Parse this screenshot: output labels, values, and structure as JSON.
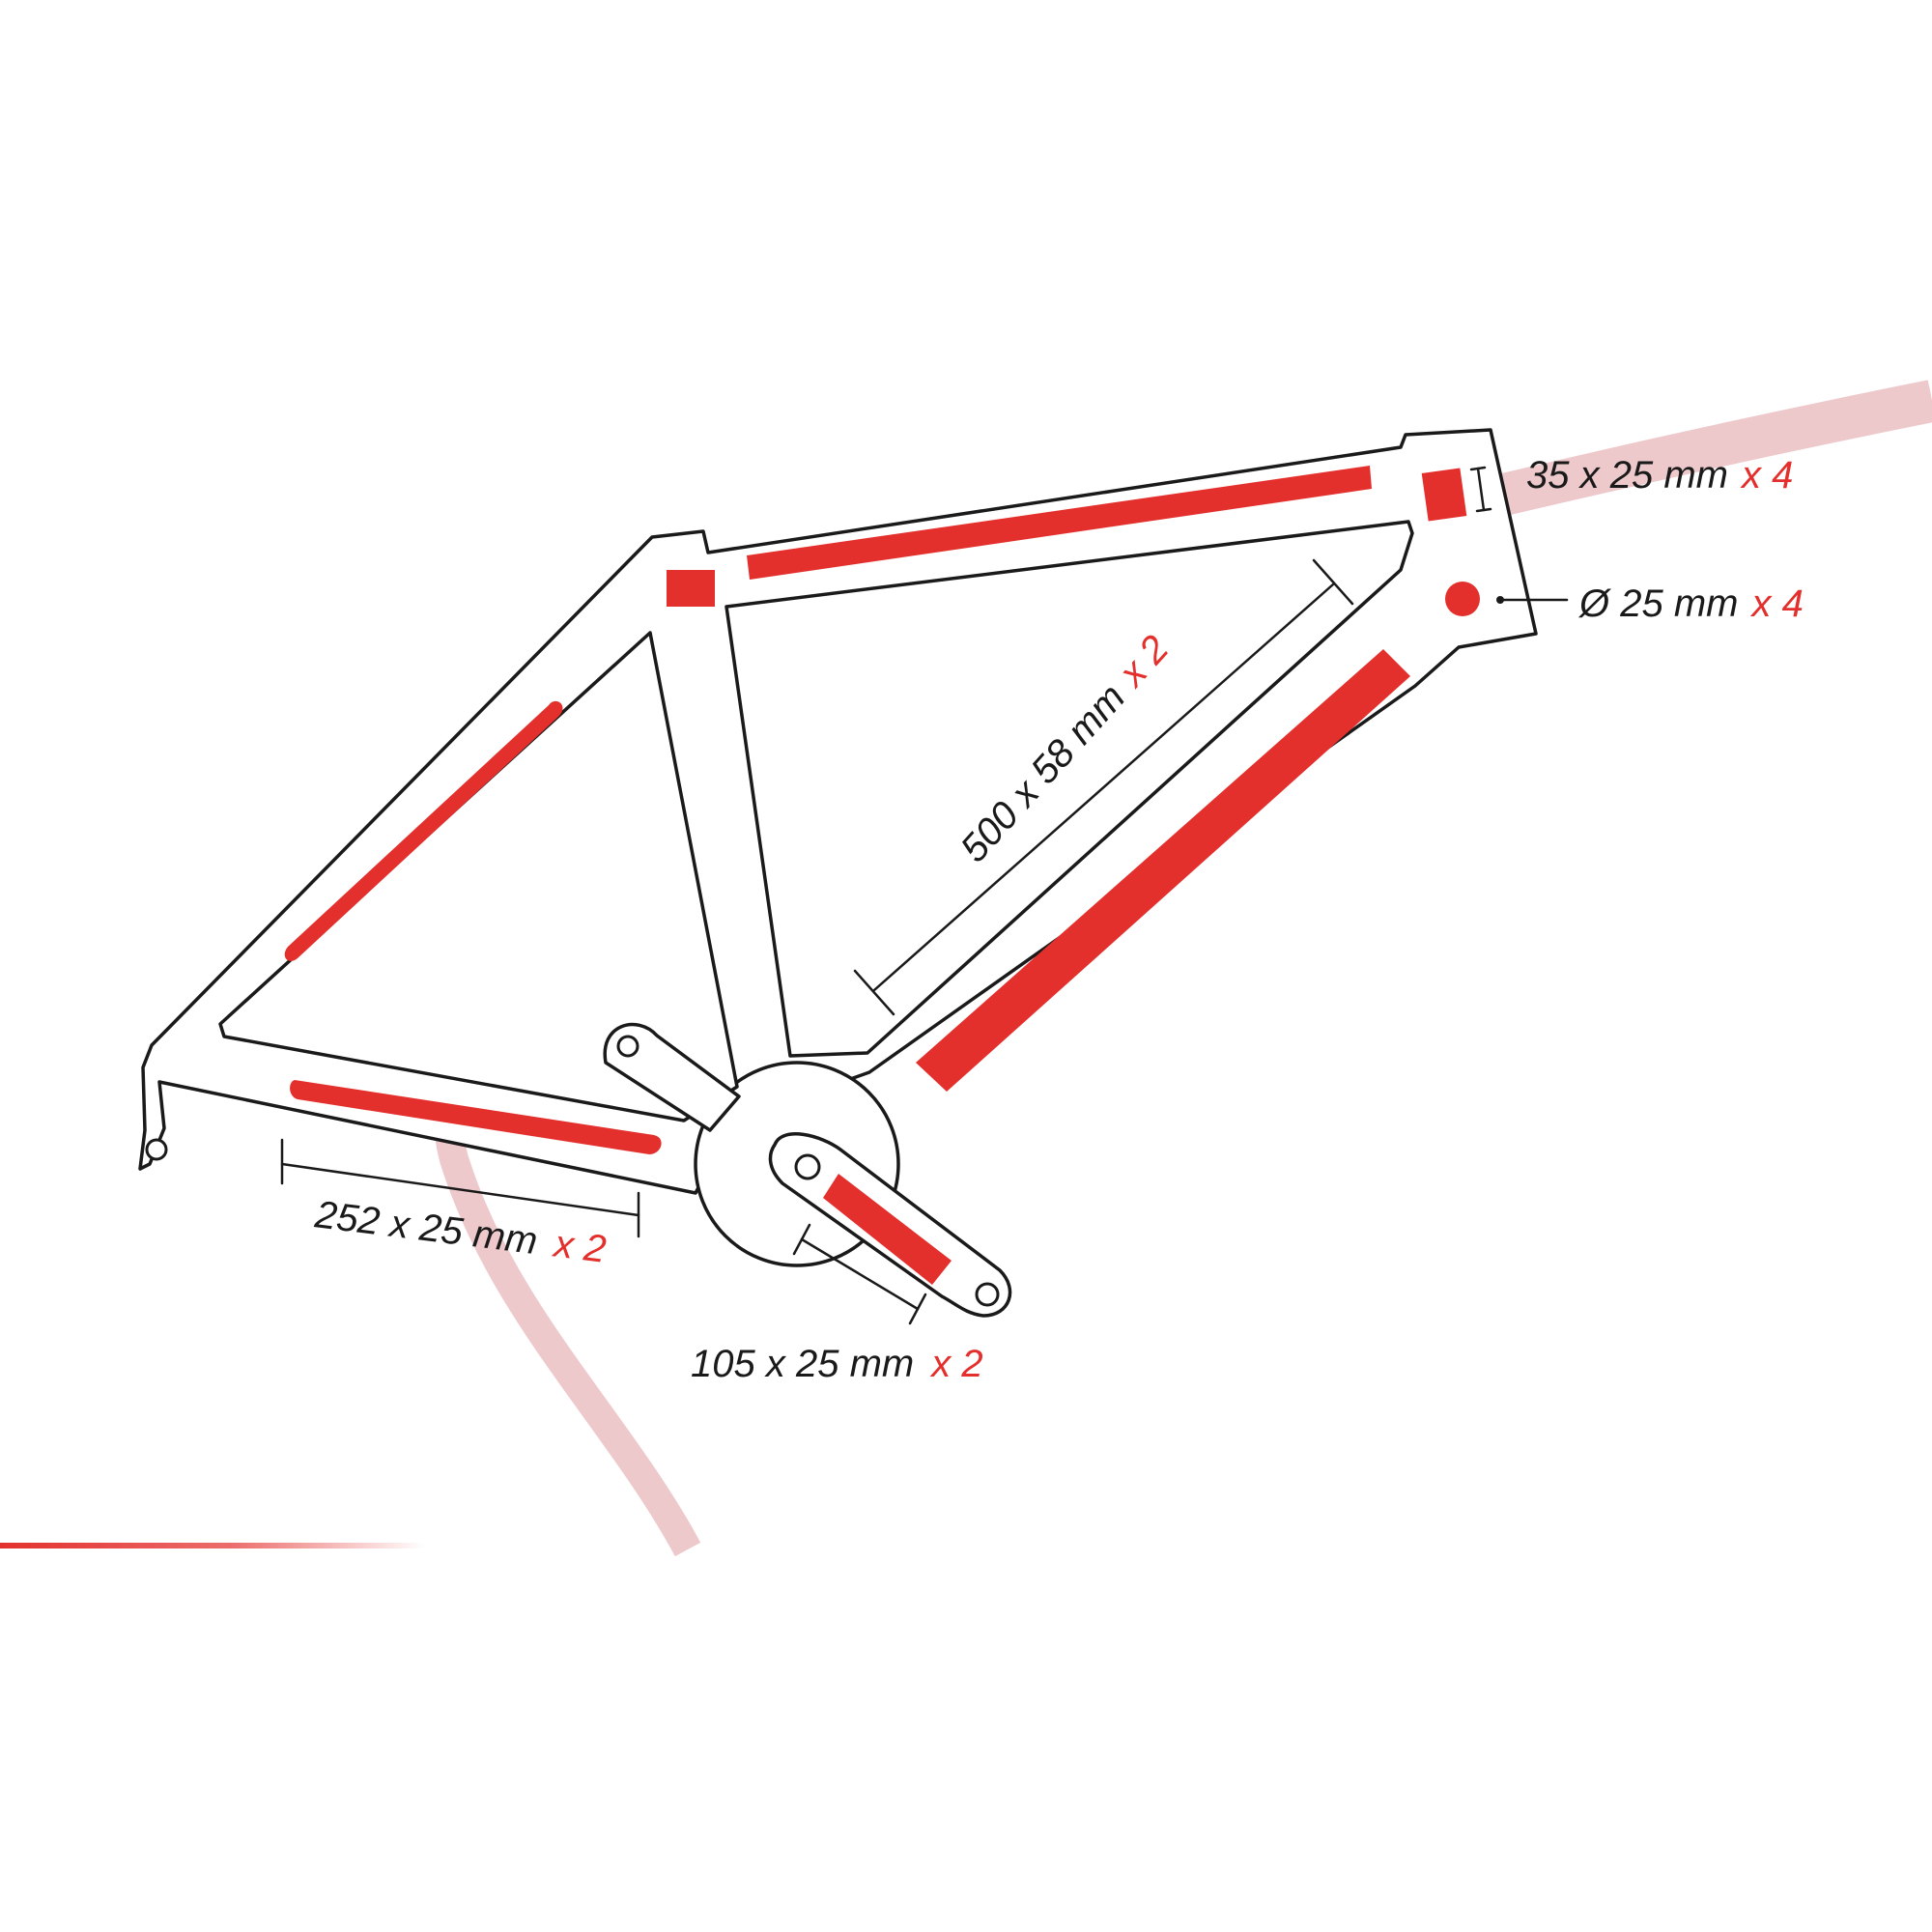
{
  "colors": {
    "accent": "#e3302d",
    "swoosh": "#eec9cc",
    "outline": "#1a1a1a",
    "background": "#ffffff"
  },
  "labels": {
    "head_patch": {
      "size": "35 x 25 mm",
      "qty": "x 4"
    },
    "round_patch": {
      "size": "Ø 25 mm",
      "qty": "x 4"
    },
    "down_tube": {
      "size": "500 x 58 mm",
      "qty": "x 2"
    },
    "chainstay": {
      "size": "252 x 25 mm",
      "qty": "x 2"
    },
    "crank": {
      "size": "105 x 25 mm",
      "qty": "x 2"
    }
  }
}
